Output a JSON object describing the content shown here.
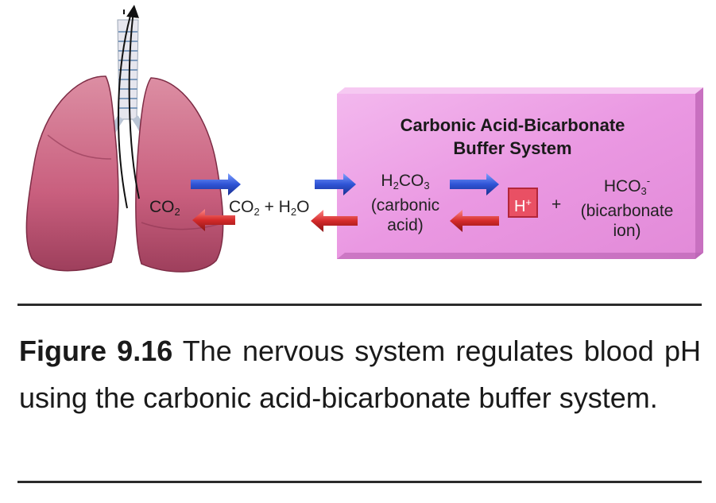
{
  "diagram": {
    "lung_co2": {
      "base": "CO",
      "sub": "2"
    },
    "eq_left": {
      "co": "CO",
      "co_sub": "2",
      "plus": " + H",
      "h_sub": "2",
      "o": "O"
    },
    "box_title_line1": "Carbonic Acid-Bicarbonate",
    "box_title_line2": "Buffer System",
    "carbonic": {
      "h": "H",
      "h_sub": "2",
      "co": "CO",
      "co_sub": "3",
      "line2": "(carbonic",
      "line3": "acid)"
    },
    "hplus": {
      "base": "H",
      "sup": "+"
    },
    "plus_sign": "+",
    "bicarb": {
      "base": "HCO",
      "sub": "3",
      "sup": "-",
      "line2": "(bicarbonate",
      "line3": "ion)"
    },
    "colors": {
      "blue_arrow": "#2f54d6",
      "red_arrow": "#d42a2a",
      "box_fill": "#ea98e2",
      "lung": "#c95f7e"
    },
    "icons": [
      "lungs-illustration",
      "forward-arrow-icon",
      "reverse-arrow-icon"
    ]
  },
  "caption": {
    "label": "Figure 9.16",
    "text": " The nervous system regulates blood pH using the carbonic acid-bicarbonate buffer system."
  }
}
